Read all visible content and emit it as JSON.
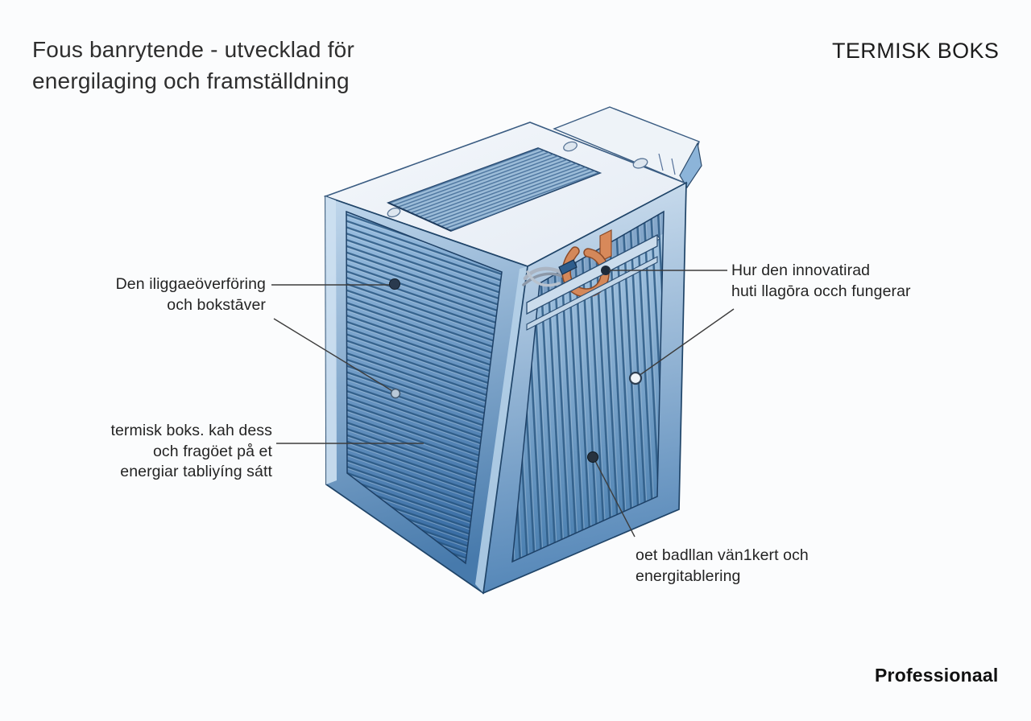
{
  "page": {
    "background_color": "#fbfcfd"
  },
  "header": {
    "title": {
      "line1": "Fous banrytende - utvecklad för",
      "line2": "energilaging och framställdning"
    },
    "product_name": "TERMISK BOKS"
  },
  "diagram": {
    "illustration_name": "termisk-boks-cutaway-box",
    "labels": {
      "left_top": {
        "lines": [
          "Den iliggaeöverföring",
          "och bokstāver"
        ]
      },
      "left_bottom": {
        "lines": [
          "termisk boks. kah dess",
          "och fragöet på et",
          "energiar tabliyíng sátt"
        ]
      },
      "right_top": {
        "lines": [
          "Hur den innovatirad",
          "huti llagōra occh fungerar"
        ]
      },
      "right_bottom": {
        "lines": [
          "oet badllan vän1kert och",
          "energitablering"
        ]
      }
    },
    "colors": {
      "panel_blue_light": "#b7d3eb",
      "panel_blue_dark": "#3a6ea5",
      "fin_stroke": "#2d5a85",
      "frame_outline": "#1f4468",
      "top_face": "#f1f5f9",
      "accent_orange": "#d4885a",
      "leader_line": "#3c3c3c"
    }
  },
  "footer": {
    "brand": "Professionaal"
  }
}
